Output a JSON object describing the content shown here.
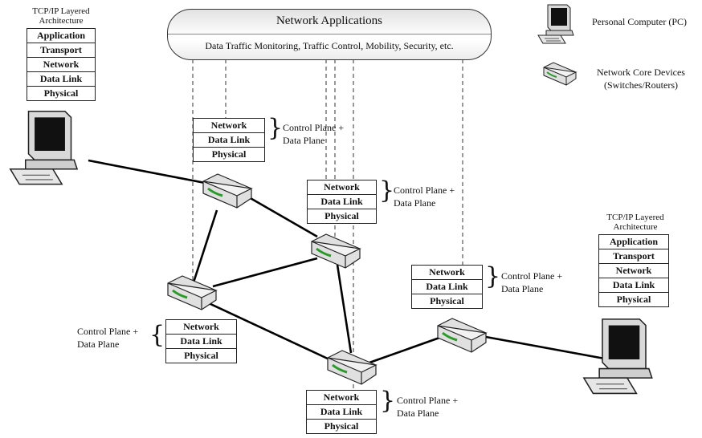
{
  "banner": {
    "title": "Network Applications",
    "subtitle": "Data Traffic Monitoring, Traffic Control, Mobility, Security, etc."
  },
  "legend": {
    "pc_label": "Personal Computer (PC)",
    "core_label_1": "Network Core Devices",
    "core_label_2": "(Switches/Routers)"
  },
  "host_left": {
    "caption_1": "TCP/IP Layered",
    "caption_2": "Architecture",
    "layers": [
      "Application",
      "Transport",
      "Network",
      "Data Link",
      "Physical"
    ]
  },
  "host_right": {
    "caption_1": "TCP/IP Layered",
    "caption_2": "Architecture",
    "layers": [
      "Application",
      "Transport",
      "Network",
      "Data Link",
      "Physical"
    ]
  },
  "core_stack": {
    "layers": [
      "Network",
      "Data Link",
      "Physical"
    ],
    "plane_1": "Control Plane +",
    "plane_2": "Data Plane"
  }
}
